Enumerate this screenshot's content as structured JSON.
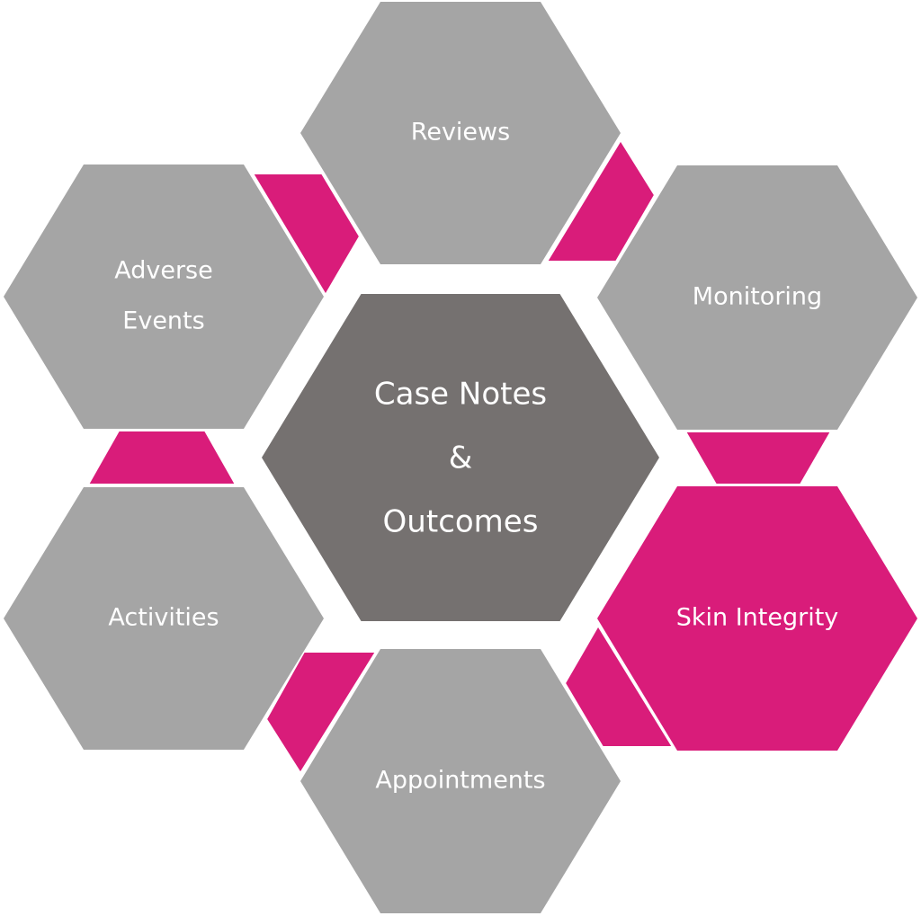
{
  "colors": {
    "node_gray": "#a5a5a5",
    "node_center": "#757170",
    "accent_pink": "#d91c7a",
    "label": "#ffffff",
    "background": "#ffffff"
  },
  "center": {
    "id": "case-notes-outcomes",
    "lines": [
      "Case Notes",
      "&",
      "Outcomes"
    ],
    "color": "#757170"
  },
  "nodes": [
    {
      "id": "reviews",
      "lines": [
        "Reviews"
      ],
      "color": "#a5a5a5",
      "highlighted": false
    },
    {
      "id": "monitoring",
      "lines": [
        "Monitoring"
      ],
      "color": "#a5a5a5",
      "highlighted": false
    },
    {
      "id": "skin-integrity",
      "lines": [
        "Skin Integrity"
      ],
      "color": "#d91c7a",
      "highlighted": true
    },
    {
      "id": "appointments",
      "lines": [
        "Appointments"
      ],
      "color": "#a5a5a5",
      "highlighted": false
    },
    {
      "id": "activities",
      "lines": [
        "Activities"
      ],
      "color": "#a5a5a5",
      "highlighted": false
    },
    {
      "id": "adverse-events",
      "lines": [
        "Adverse",
        "Events"
      ],
      "color": "#a5a5a5",
      "highlighted": false
    }
  ],
  "connectors": [
    {
      "from": "adverse-events",
      "to": "reviews",
      "color": "#d91c7a"
    },
    {
      "from": "reviews",
      "to": "monitoring",
      "color": "#d91c7a"
    },
    {
      "from": "monitoring",
      "to": "skin-integrity",
      "color": "#d91c7a"
    },
    {
      "from": "skin-integrity",
      "to": "appointments",
      "color": "#d91c7a"
    },
    {
      "from": "appointments",
      "to": "activities",
      "color": "#d91c7a"
    },
    {
      "from": "activities",
      "to": "adverse-events",
      "color": "#d91c7a"
    }
  ]
}
